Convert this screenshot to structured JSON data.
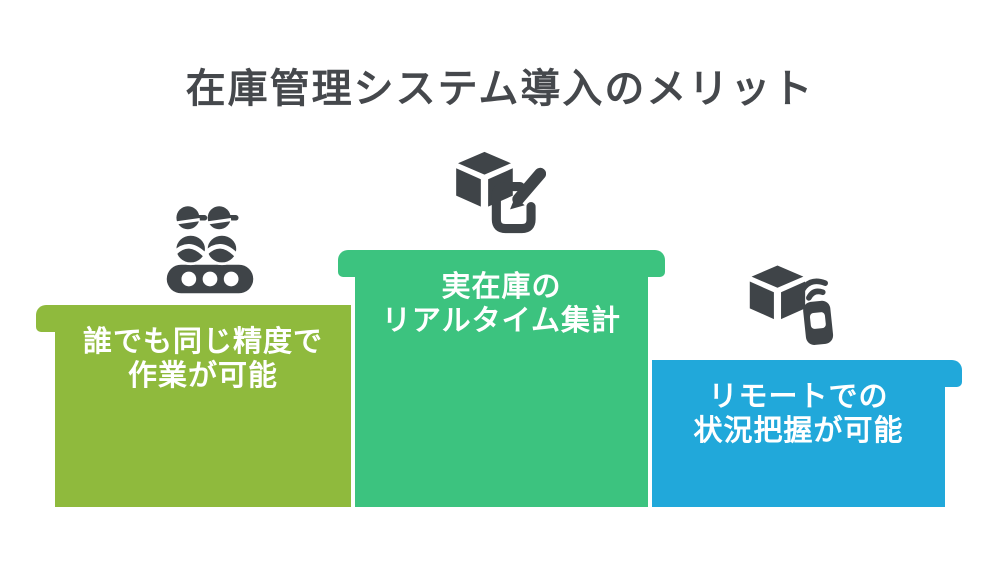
{
  "title": "在庫管理システム導入のメリット",
  "colors": {
    "background": "#ffffff",
    "title_text": "#45484c",
    "icon": "#3f4448",
    "block_text": "#ffffff",
    "left_block": "#8fba3d",
    "middle_block": "#3cc37f",
    "right_block": "#21a8da"
  },
  "podium": [
    {
      "position": "left",
      "height_rank": 2,
      "icon": "workers-icon",
      "color": "#8fba3d",
      "line1": "誰でも同じ精度で",
      "line2": "作業が可能"
    },
    {
      "position": "middle",
      "height_rank": 1,
      "icon": "inventory-edit-icon",
      "color": "#3cc37f",
      "line1": "実在庫の",
      "line2": "リアルタイム集計"
    },
    {
      "position": "right",
      "height_rank": 3,
      "icon": "remote-device-icon",
      "color": "#21a8da",
      "line1": "リモートでの",
      "line2": "状況把握が可能"
    }
  ]
}
